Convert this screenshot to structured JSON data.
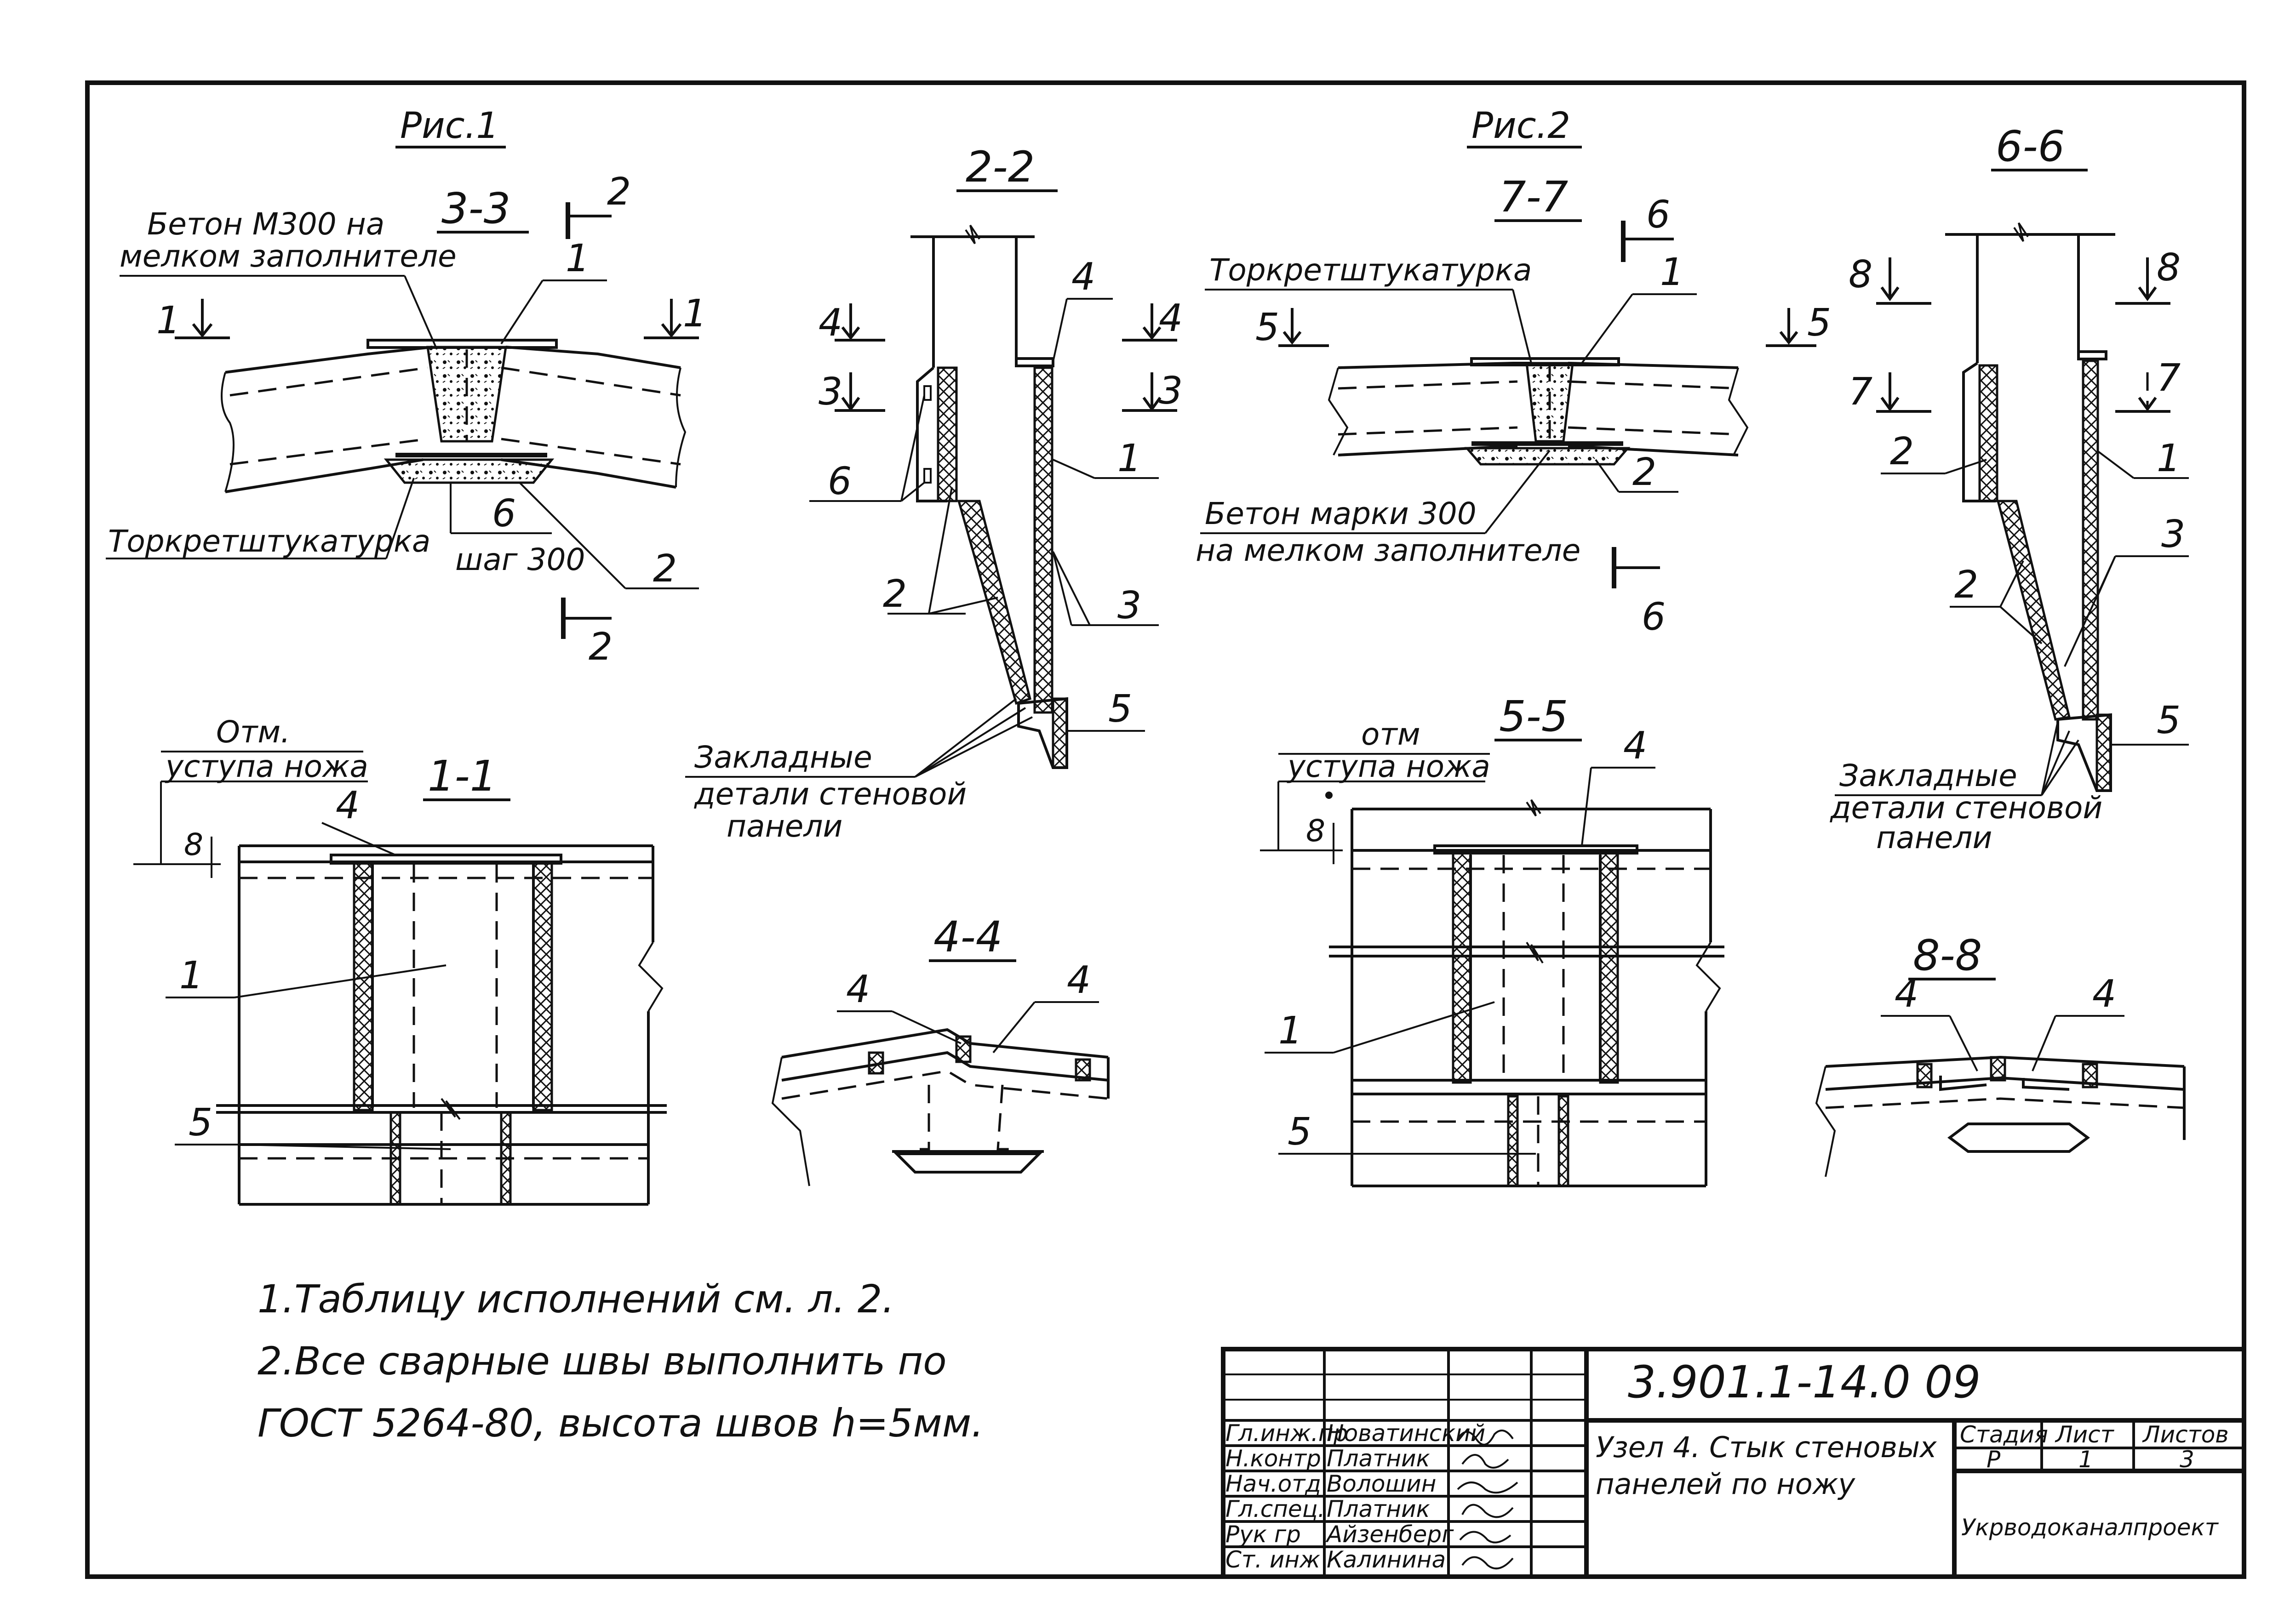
{
  "fig1": {
    "caption": "Рис.1",
    "sec33": {
      "title": "3-3",
      "concrete_label_1": "Бетон М300 на",
      "concrete_label_2": "мелком заполнителе",
      "plaster": "Торкретштукатурка",
      "step_label": "шаг 300",
      "cut_top": "2",
      "cut_bottom": "2",
      "mark_left": "1",
      "mark_right": "1",
      "pos1": "1",
      "pos2": "2",
      "pos6": "6"
    },
    "sec22": {
      "title": "2-2",
      "m4l": "4",
      "m4r": "4",
      "m3l": "3",
      "m3r": "3",
      "pos4": "4",
      "pos1": "1",
      "pos6": "6",
      "pos2": "2",
      "pos3": "3",
      "pos5": "5",
      "embedded_1": "Закладные",
      "embedded_2": "детали стеновой",
      "embedded_3": "панели"
    },
    "sec11": {
      "title": "1-1",
      "elev_1": "Отм.",
      "elev_2": "уступа ножа",
      "dim": "8",
      "pos4": "4",
      "pos1": "1",
      "pos5": "5"
    },
    "sec44": {
      "title": "4-4",
      "pos4a": "4",
      "pos4b": "4"
    }
  },
  "fig2": {
    "caption": "Рис.2",
    "sec77": {
      "title": "7-7",
      "plaster": "Торкретштукатурка",
      "concrete_label_1": "Бетон марки 300",
      "concrete_label_2": "на мелком заполнителе",
      "cut_top": "6",
      "cut_bottom": "6",
      "mark_left": "5",
      "mark_right": "5",
      "pos1": "1",
      "pos2": "2"
    },
    "sec66": {
      "title": "6-6",
      "m8l": "8",
      "m8r": "8",
      "m7l": "7",
      "m7r": "7",
      "pos2a": "2",
      "pos1": "1",
      "pos3": "3",
      "pos2b": "2",
      "pos5": "5",
      "embedded_1": "Закладные",
      "embedded_2": "детали стеновой",
      "embedded_3": "панели"
    },
    "sec55": {
      "title": "5-5",
      "elev_1": "отм",
      "elev_2": "уступа ножа",
      "dim": "8",
      "pos4": "4",
      "pos1": "1",
      "pos5": "5"
    },
    "sec88": {
      "title": "8-8",
      "pos4a": "4",
      "pos4b": "4"
    }
  },
  "notes": {
    "line1": "1.Таблицу исполнений см. л. 2.",
    "line2": "2.Все сварные швы выполнить по",
    "line3": "ГОСТ 5264-80, высота швов h=5мм."
  },
  "title_block": {
    "code": "3.901.1-14.0 09",
    "title_1": "Узел 4. Стык стеновых",
    "title_2": "панелей по ножу",
    "stage_hdr": "Стадия",
    "sheet_hdr": "Лист",
    "sheets_hdr": "Листов",
    "stage": "Р",
    "sheet": "1",
    "sheets": "3",
    "org": "Укрводоканалпроект",
    "roles": [
      {
        "role": "Гл.инж.пр",
        "name": "Новатинский"
      },
      {
        "role": "Н.контр",
        "name": "Платник"
      },
      {
        "role": "Нач.отд",
        "name": "Волошин"
      },
      {
        "role": "Гл.спец.",
        "name": "Платник"
      },
      {
        "role": "Рук гр",
        "name": "Айзенберг"
      },
      {
        "role": "Ст. инж",
        "name": "Калинина"
      }
    ]
  }
}
